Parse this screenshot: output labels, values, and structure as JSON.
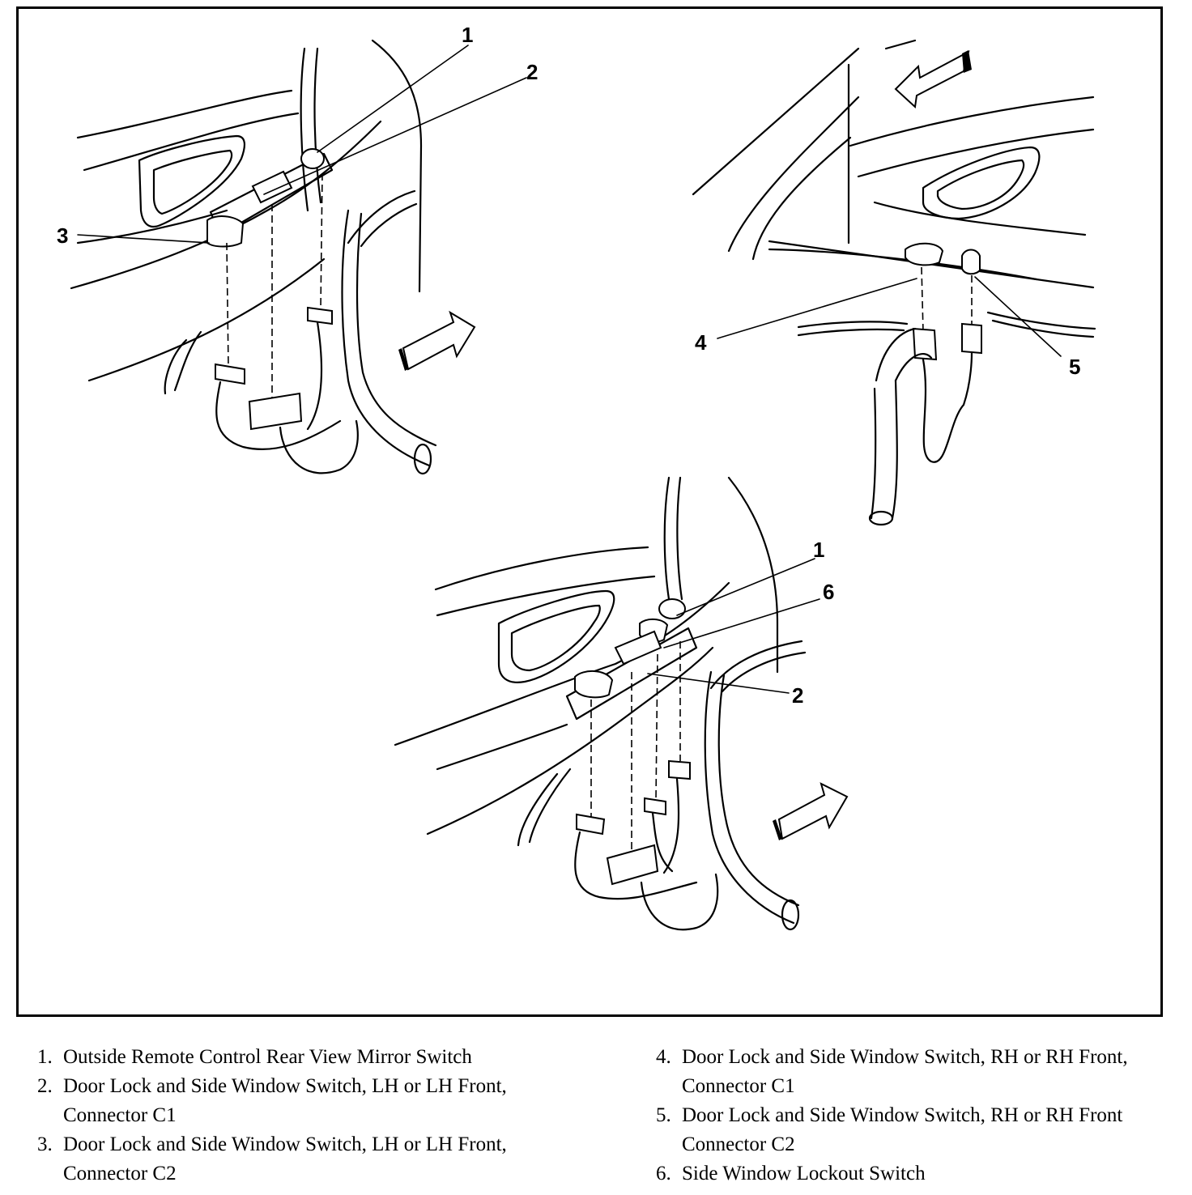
{
  "callouts": {
    "panel_a": [
      "1",
      "2",
      "3"
    ],
    "panel_b": [
      "4",
      "5"
    ],
    "panel_c": [
      "1",
      "6",
      "2"
    ]
  },
  "legend": [
    {
      "num": "1.",
      "text": "Outside Remote Control Rear View Mirror Switch"
    },
    {
      "num": "2.",
      "text": "Door Lock and Side Window Switch, LH or LH Front, Connector C1"
    },
    {
      "num": "3.",
      "text": "Door Lock and Side Window Switch, LH or LH Front, Connector C2"
    },
    {
      "num": "4.",
      "text": "Door Lock and Side Window Switch, RH or RH Front, Connector C1"
    },
    {
      "num": "5.",
      "text": "Door Lock and Side Window Switch, RH or RH Front Connector C2"
    },
    {
      "num": "6.",
      "text": "Side Window Lockout Switch"
    }
  ],
  "colors": {
    "ink": "#000000",
    "paper": "#ffffff"
  }
}
